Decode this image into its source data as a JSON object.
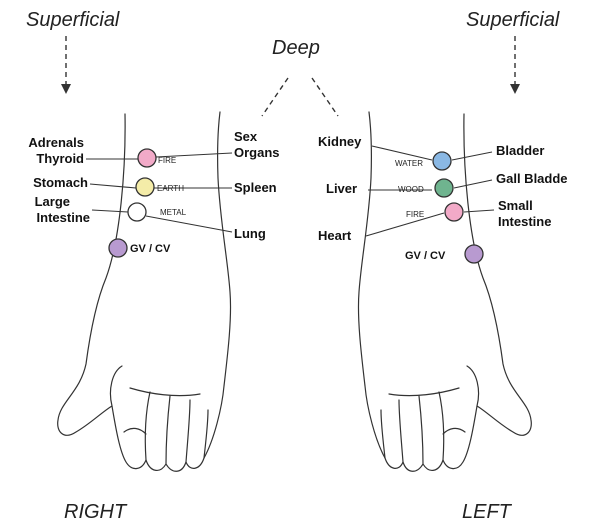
{
  "headers": {
    "superficial_left": "Superficial",
    "superficial_right": "Superficial",
    "deep": "Deep"
  },
  "hands": {
    "right": {
      "caption": "RIGHT",
      "points": [
        {
          "element": "FIRE",
          "color": "#f2aac8",
          "superficial": [
            "Adrenals",
            "Thyroid"
          ],
          "deep": [
            "Sex",
            "Organs"
          ]
        },
        {
          "element": "EARTH",
          "color": "#f4eca8",
          "superficial": [
            "Stomach"
          ],
          "deep": [
            "Spleen"
          ]
        },
        {
          "element": "METAL",
          "color": "#ffffff",
          "superficial": [
            "Large",
            "Intestine"
          ],
          "deep": [
            "Lung"
          ]
        }
      ],
      "gv_cv": {
        "label": "GV / CV",
        "color": "#b89ad0"
      }
    },
    "left": {
      "caption": "LEFT",
      "points": [
        {
          "element": "WATER",
          "color": "#8ab8e4",
          "deep": [
            "Kidney"
          ],
          "superficial": [
            "Bladder"
          ]
        },
        {
          "element": "WOOD",
          "color": "#6fb48f",
          "deep": [
            "Liver"
          ],
          "superficial": [
            "Gall Bladde"
          ]
        },
        {
          "element": "FIRE",
          "color": "#f2aac8",
          "deep": [
            "Heart"
          ],
          "superficial": [
            "Small",
            "Intestine"
          ]
        }
      ],
      "gv_cv": {
        "label": "GV / CV",
        "color": "#b89ad0"
      }
    }
  }
}
